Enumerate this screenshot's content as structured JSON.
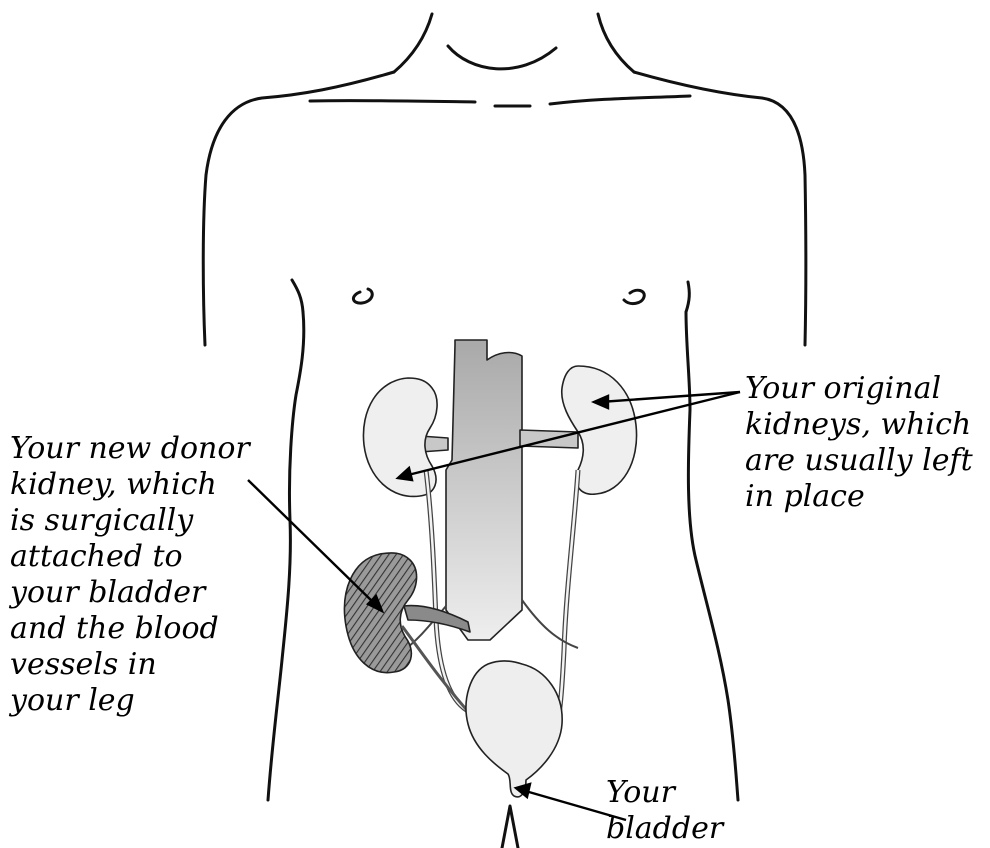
{
  "labels": {
    "donor_kidney": [
      "Your new donor",
      "kidney, which",
      "is surgically",
      "attached to",
      "your bladder",
      "and the blood",
      "vessels in",
      "your leg"
    ],
    "original_kidneys": [
      "Your original",
      "kidneys, which",
      "are usually left",
      "in place"
    ],
    "bladder": [
      "Your",
      "bladder"
    ]
  },
  "colors": {
    "outline": "#000000",
    "organ_fill": "#efefef",
    "vessel_fill": "#bdbdbd",
    "donor_kidney_fill": "#6f6f6f",
    "background": "#ffffff"
  }
}
